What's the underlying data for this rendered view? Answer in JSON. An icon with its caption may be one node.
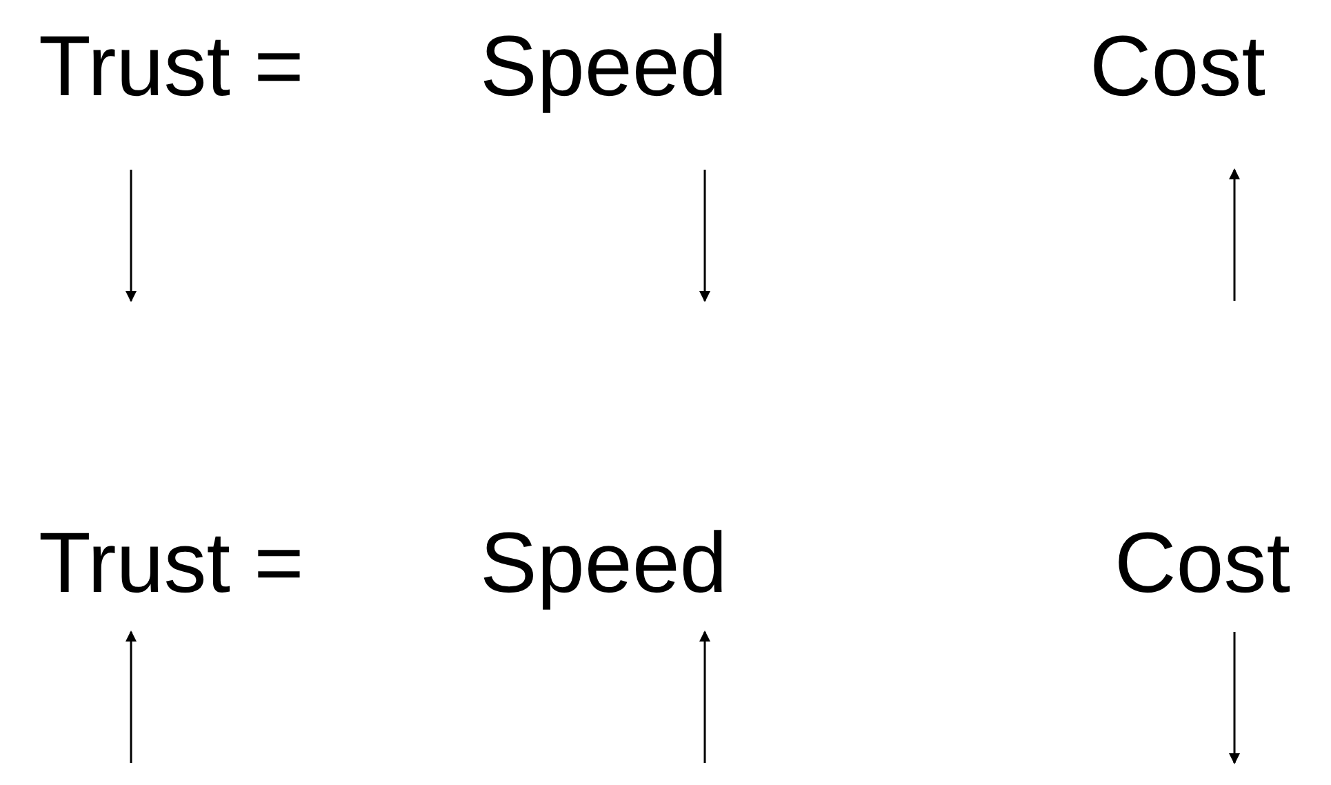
{
  "diagram": {
    "labels": [
      "Trust =",
      "Speed",
      "Cost",
      "Trust =",
      "Speed",
      "Cost"
    ]
  }
}
